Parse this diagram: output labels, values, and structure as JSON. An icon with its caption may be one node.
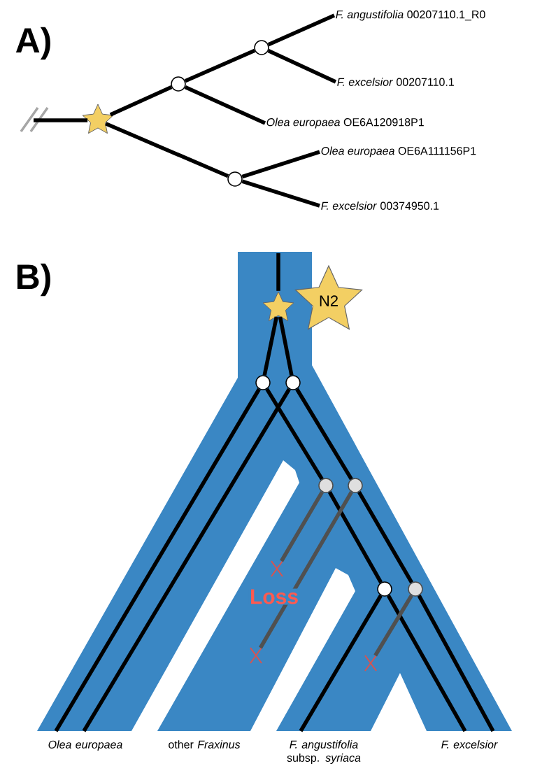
{
  "diagram": {
    "nodes": [
      {
        "text": [],
        "shape": "star"
      },
      {
        "text": [],
        "shape": "circle"
      },
      {
        "text": [],
        "shape": "circle"
      },
      {
        "text": [],
        "shape": "circle"
      },
      {
        "text": [
          "*F. angustifolia* 00207110.1_R0"
        ]
      },
      {
        "text": [
          "*F. excelsior* 00207110.1"
        ]
      },
      {
        "text": [
          "*Olea europaea* OE6A120918P1"
        ]
      },
      {
        "text": [
          "*Olea europaea* OE6A111156P1"
        ]
      },
      {
        "text": [
          "*F. excelsior* 00374950.1"
        ]
      },
      {
        "text": [],
        "shape": "star"
      },
      {
        "text": [
          "N2"
        ]
      },
      {
        "text": [],
        "shape": "circle"
      },
      {
        "text": [],
        "shape": "circle"
      },
      {
        "text": [],
        "shape": "circle"
      },
      {
        "text": [],
        "shape": "circle"
      },
      {
        "text": [],
        "shape": "circle"
      },
      {
        "text": [],
        "shape": "circle"
      },
      {
        "text": [],
        "shape": "cross"
      },
      {
        "text": [],
        "shape": "cross"
      },
      {
        "text": [],
        "shape": "cross"
      }
    ],
    "edges": [
      {
        "from": null,
        "to": 0,
        "arrow": "none"
      },
      {
        "from": 0,
        "to": 1,
        "arrow": "none"
      },
      {
        "from": 1,
        "to": 2,
        "arrow": "none"
      },
      {
        "from": 2,
        "to": 4,
        "arrow": "none"
      },
      {
        "from": 2,
        "to": 5,
        "arrow": "none"
      },
      {
        "from": 1,
        "to": 6,
        "arrow": "none"
      },
      {
        "from": 0,
        "to": 3,
        "arrow": "none"
      },
      {
        "from": 3,
        "to": 7,
        "arrow": "none"
      },
      {
        "from": 3,
        "to": 8,
        "arrow": "none"
      },
      {
        "from": null,
        "to": 9,
        "arrow": "none"
      },
      {
        "from": 9,
        "to": 11,
        "arrow": "none"
      },
      {
        "from": 9,
        "to": 12,
        "arrow": "none"
      },
      {
        "from": 11,
        "to": null,
        "arrow": "none"
      },
      {
        "from": 12,
        "to": null,
        "arrow": "none"
      },
      {
        "from": 11,
        "to": 13,
        "arrow": "none"
      },
      {
        "from": 13,
        "to": 15,
        "arrow": "none"
      },
      {
        "from": 15,
        "to": null,
        "arrow": "none"
      },
      {
        "from": 15,
        "to": null,
        "arrow": "none"
      },
      {
        "from": 12,
        "to": 14,
        "arrow": "none"
      },
      {
        "from": 14,
        "to": 16,
        "arrow": "none"
      },
      {
        "from": 16,
        "to": null,
        "arrow": "none"
      },
      {
        "from": 13,
        "to": 17,
        "arrow": "none",
        "color": "#505050"
      },
      {
        "from": 14,
        "to": 18,
        "arrow": "none",
        "color": "#505050"
      },
      {
        "from": 16,
        "to": 19,
        "arrow": "none",
        "color": "#505050"
      }
    ],
    "labels": [
      "A)",
      "B)",
      "Loss",
      "Olea europaea",
      "other *Fraxinus*",
      "*F. angustifolia* subsp. *syriaca*",
      "F. excelsior"
    ]
  }
}
